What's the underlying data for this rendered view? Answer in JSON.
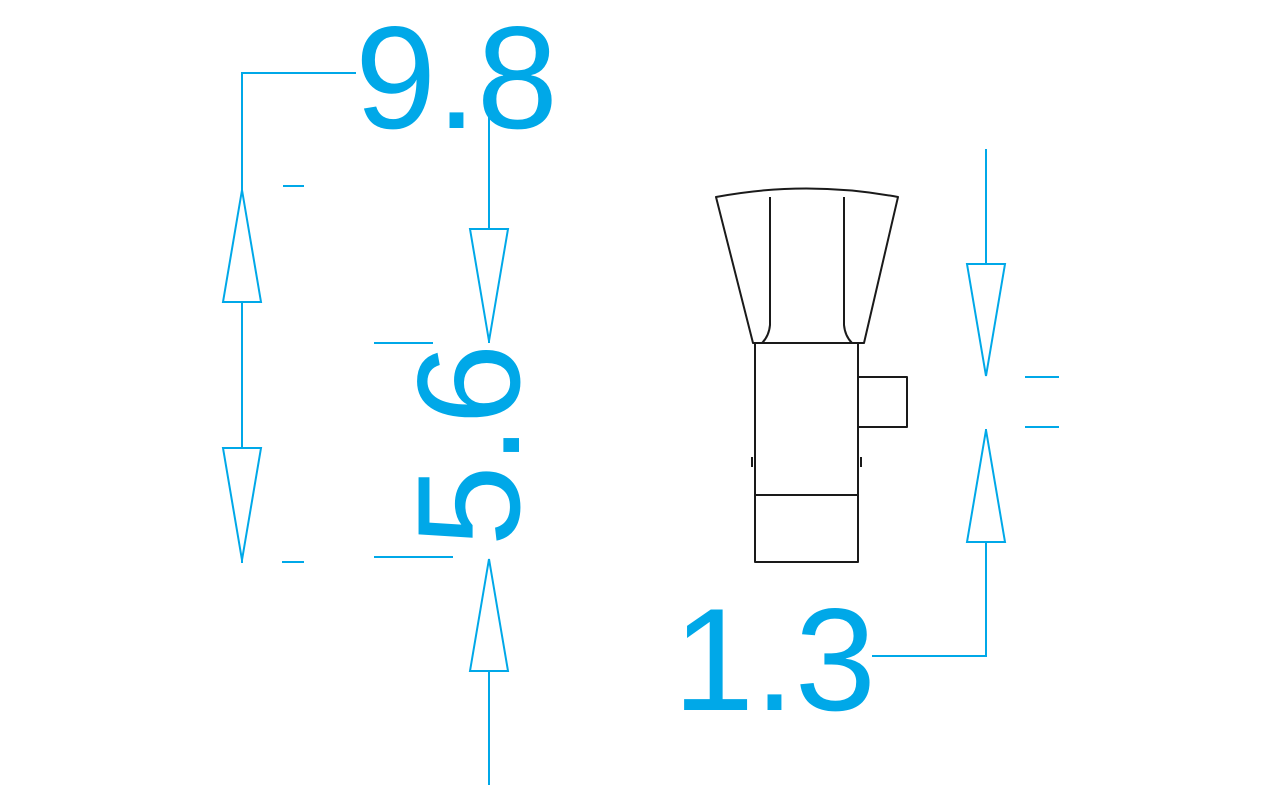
{
  "drawing": {
    "dimensions": {
      "overall_height": "9.8",
      "lower_height": "5.6",
      "pin_width": "1.3"
    },
    "colors": {
      "dimension": "#00a8e8",
      "part_outline": "#1a1a1a",
      "background": "#ffffff"
    }
  }
}
